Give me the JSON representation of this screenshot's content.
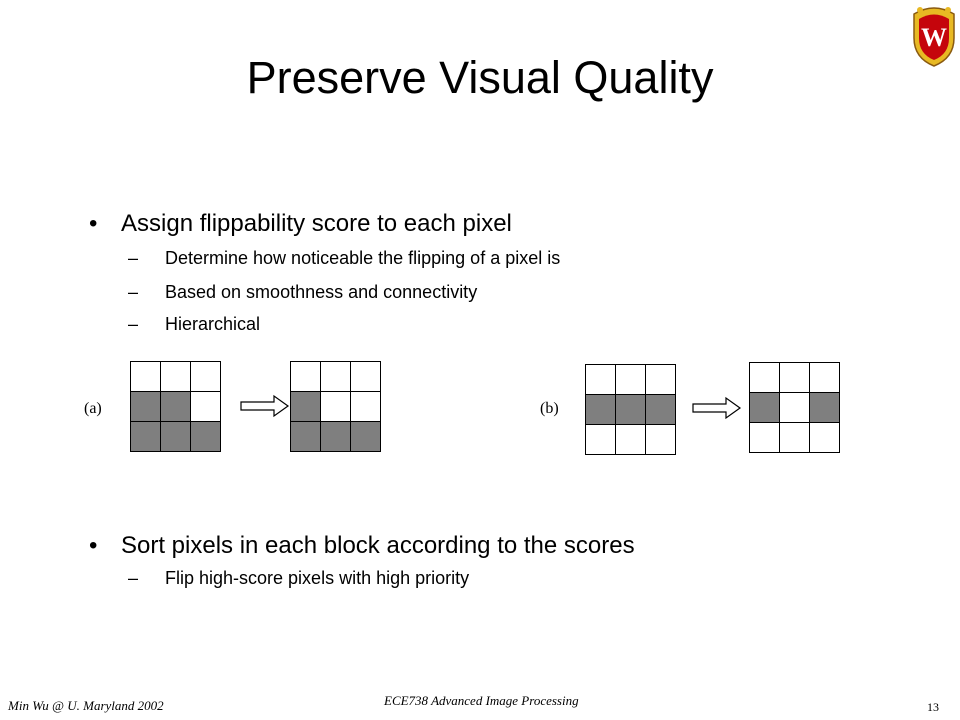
{
  "slide": {
    "title": "Preserve Visual Quality",
    "bullets": [
      {
        "text": "Assign flippability score to each pixel",
        "subitems": [
          "Determine how noticeable the flipping of a pixel is",
          "Based on smoothness and connectivity",
          "Hierarchical"
        ]
      },
      {
        "text": "Sort pixels in each block according to the scores",
        "subitems": [
          "Flip high-score pixels with high priority"
        ]
      }
    ],
    "bullet_char": "•",
    "dash_char": "–"
  },
  "figures": {
    "a": {
      "label": "(a)",
      "before": [
        [
          0,
          0,
          0
        ],
        [
          1,
          1,
          0
        ],
        [
          1,
          1,
          1
        ]
      ],
      "after": [
        [
          0,
          0,
          0
        ],
        [
          1,
          0,
          0
        ],
        [
          1,
          1,
          1
        ]
      ]
    },
    "b": {
      "label": "(b)",
      "before": [
        [
          0,
          0,
          0
        ],
        [
          1,
          1,
          1
        ],
        [
          0,
          0,
          0
        ]
      ],
      "after": [
        [
          0,
          0,
          0
        ],
        [
          1,
          0,
          1
        ],
        [
          0,
          0,
          0
        ]
      ]
    }
  },
  "colors": {
    "filled_pixel": "#7f7f7f",
    "logo_red": "#c5050c",
    "logo_gold": "#e8b923"
  },
  "footer": {
    "left": "Min Wu @ U. Maryland 2002",
    "center": "ECE738 Advanced Image Processing",
    "page_number": "13"
  },
  "logo": {
    "icon": "uw-crest-icon"
  }
}
